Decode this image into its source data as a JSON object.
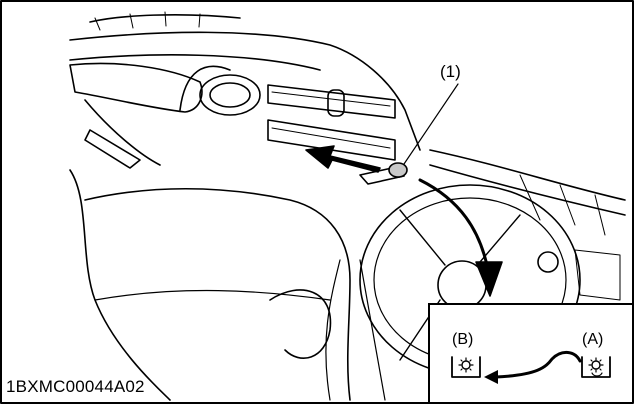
{
  "figure": {
    "callout_label": "(1)",
    "drawing_code": "1BXMC00044A02",
    "inset": {
      "label_b": "(B)",
      "label_a": "(A)",
      "icon_b": "gear-indicator-icon",
      "icon_a": "gear-indicator-rotating-icon"
    },
    "colors": {
      "line": "#000000",
      "background": "#ffffff"
    }
  }
}
